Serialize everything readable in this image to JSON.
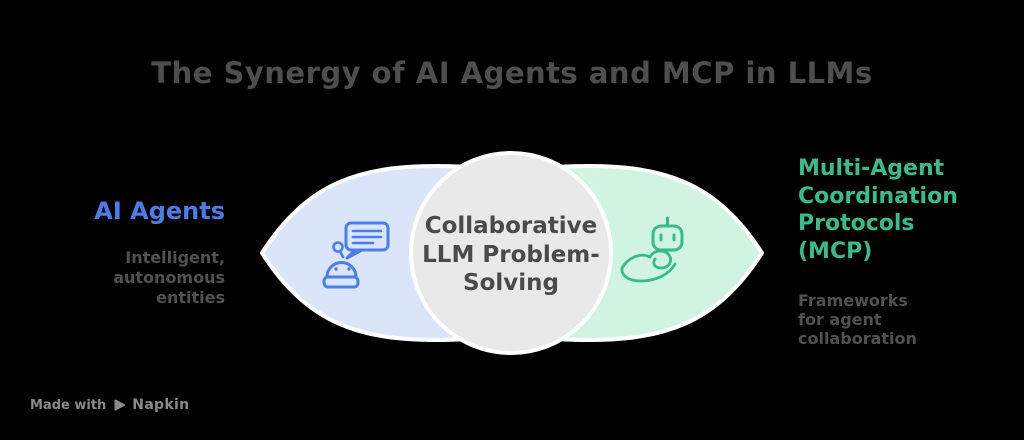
{
  "title": "The Synergy of AI Agents and MCP in LLMs",
  "diagram": {
    "type": "venn-synergy",
    "left": {
      "label": "AI Agents",
      "description": "Intelligent, autonomous entities",
      "icon": "robot-chat-icon",
      "label_color": "#4a7de8",
      "shape_fill": "#dbe5f9",
      "icon_color": "#4b7ee8"
    },
    "center": {
      "label": "Collaborative LLM Problem-Solving",
      "shape_fill": "#e9e9e9"
    },
    "right": {
      "label": "Multi-Agent Coordination Protocols (MCP)",
      "description": "Frameworks for agent collaboration",
      "icon": "hand-holding-robot-icon",
      "label_color": "#36bd8b",
      "shape_fill": "#d0f3e2",
      "icon_color": "#33bd8a"
    }
  },
  "footer": {
    "made_with": "Made with",
    "brand": "Napkin",
    "logo": "napkin-logo-icon"
  },
  "colors": {
    "background": "#000000",
    "title_text": "#4e4e4e",
    "body_text": "#515151",
    "center_text": "#4a4a4a",
    "outline": "#ffffff",
    "footer_text": "#8a8a8a"
  }
}
